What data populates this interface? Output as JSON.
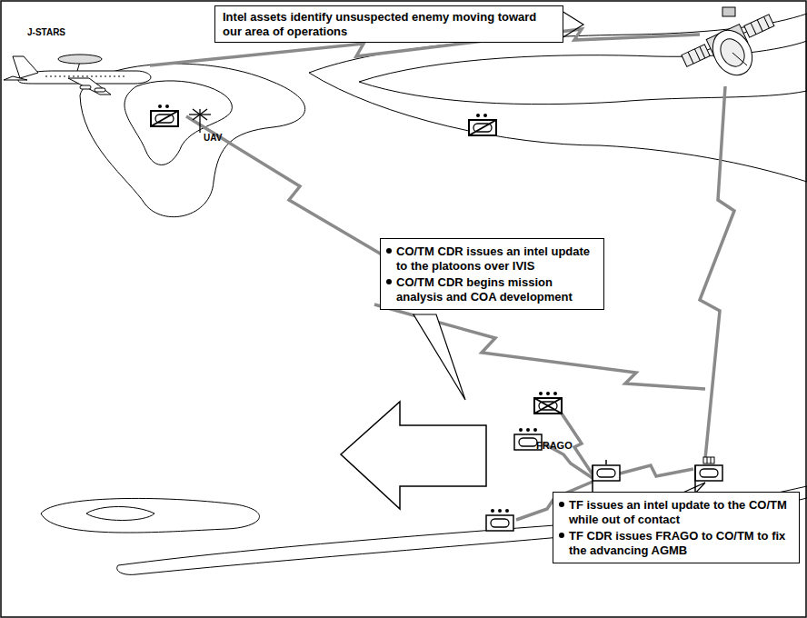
{
  "diagram": {
    "nodes": [
      {
        "text": [
          "Intel assets identify unsuspected enemy moving toward our area of operations"
        ]
      },
      {
        "text": [
          "CO/TM CDR issues an intel update to the platoons over IVIS",
          "CO/TM CDR begins mission analysis and COA development"
        ]
      },
      {
        "text": [
          "TF issues an intel update to the CO/TM while out of contact",
          "TF CDR issues FRAGO to CO/TM to fix the advancing AGMB"
        ]
      }
    ],
    "labels": [
      "J-STARS",
      "UAV",
      "FRAGO"
    ]
  }
}
